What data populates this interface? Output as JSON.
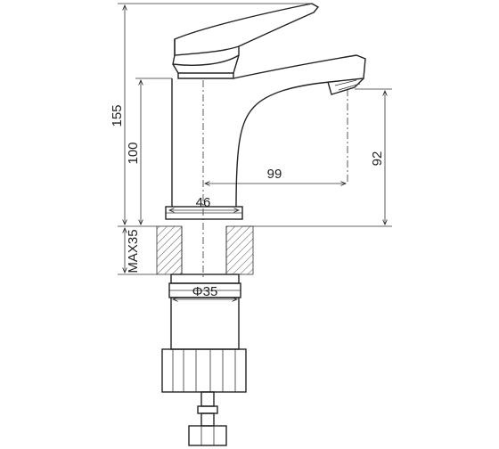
{
  "dimensions": {
    "total_height": "155",
    "body_height": "100",
    "spout_reach": "99",
    "spout_height": "92",
    "base_width": "46",
    "max_mount": "MAX35",
    "hole_diameter": "Φ35"
  }
}
